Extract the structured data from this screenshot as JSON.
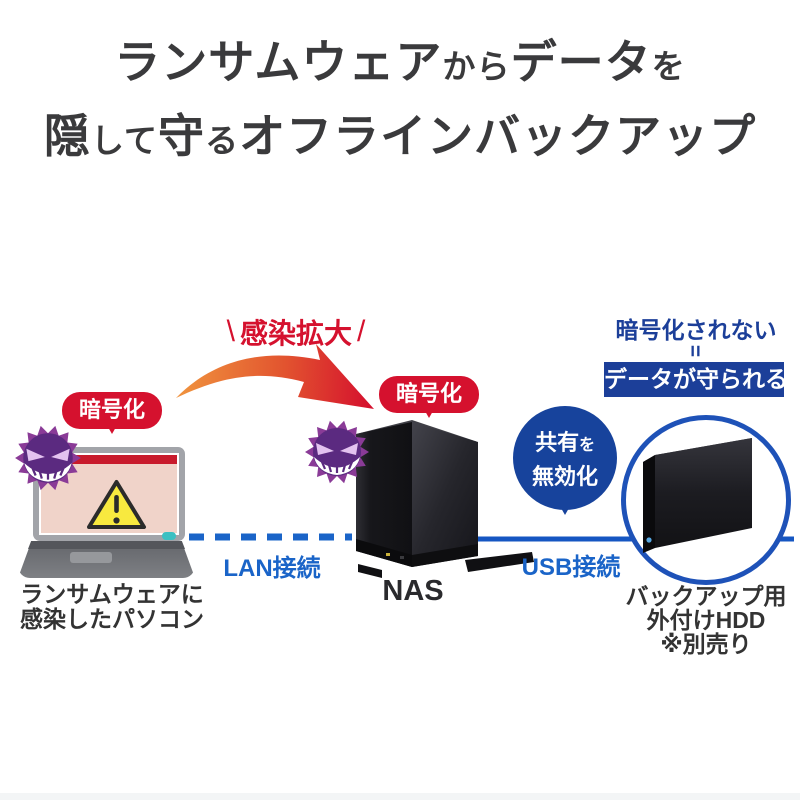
{
  "title": {
    "line1": [
      {
        "text": "ランサムウェア",
        "small": false
      },
      {
        "text": "から",
        "small": true
      },
      {
        "text": "データ",
        "small": false
      },
      {
        "text": "を",
        "small": true
      }
    ],
    "line2": [
      {
        "text": "隠",
        "small": false
      },
      {
        "text": "して",
        "small": true
      },
      {
        "text": "守",
        "small": false
      },
      {
        "text": "る",
        "small": true
      },
      {
        "text": "オフラインバックアップ",
        "small": false
      }
    ]
  },
  "infection": {
    "slash_left": "\\",
    "spread_label": "感染拡大",
    "slash_right": "/"
  },
  "badges": {
    "pc_encrypt": "暗号化",
    "nas_encrypt": "暗号化"
  },
  "pc": {
    "caption_line1": "ランサムウェアに",
    "caption_line2": "感染したパソコン"
  },
  "nas": {
    "label": "NAS"
  },
  "connections": {
    "lan": "LAN接続",
    "usb": "USB接続"
  },
  "share_bubble": {
    "line1": [
      {
        "text": "共有",
        "small": false
      },
      {
        "text": "を",
        "small": true
      }
    ],
    "line2": "無効化"
  },
  "result": {
    "top": "暗号化されない",
    "equals": "=",
    "box": "データが守られる"
  },
  "hdd": {
    "caption_line1": "バックアップ用",
    "caption_line2": "外付けHDD",
    "caption_line3": "※別売り"
  },
  "colors": {
    "accent_red": "#d5112e",
    "arrow_orange": "#ef8f3c",
    "link_blue": "#1a64c8",
    "deep_blue": "#1c3f99",
    "ring_blue": "#1e52b8",
    "virus_purple": "#8a3b97",
    "virus_dark_purple": "#5b2a80",
    "warning_yellow": "#f8e93f",
    "title_gray": "#3a3a3c"
  }
}
